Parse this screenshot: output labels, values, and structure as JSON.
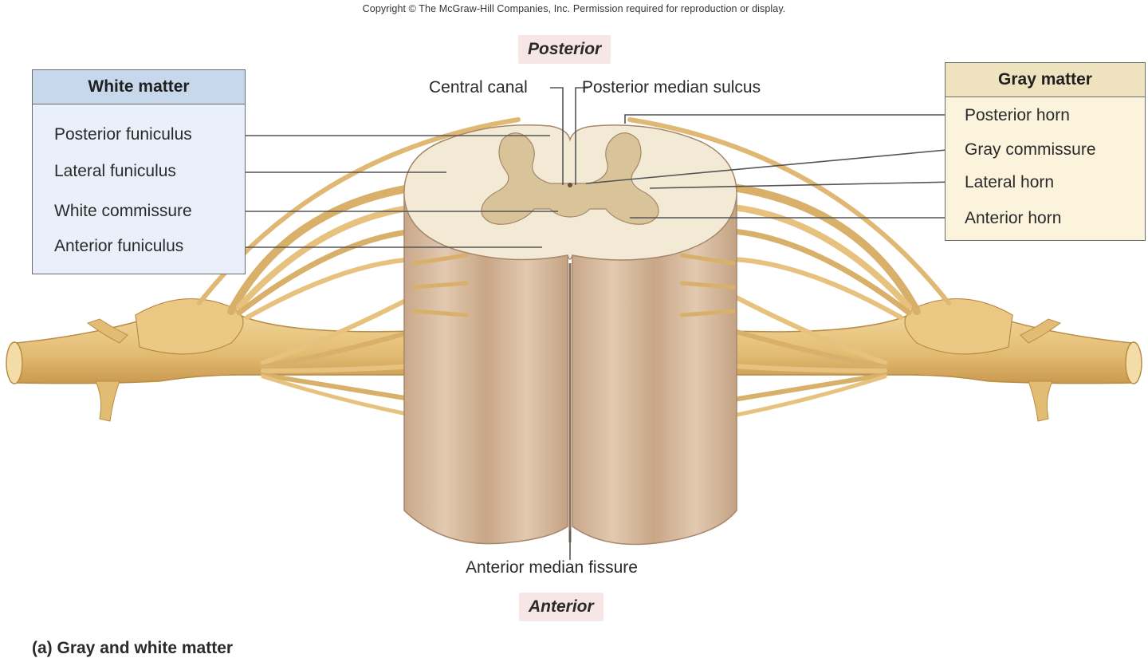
{
  "copyright": "Copyright © The McGraw-Hill Companies, Inc. Permission required for reproduction or display.",
  "orientation": {
    "top": "Posterior",
    "bottom": "Anterior"
  },
  "white_matter": {
    "title": "White matter",
    "items": [
      "Posterior funiculus",
      "Lateral funiculus",
      "White commissure",
      "Anterior funiculus"
    ]
  },
  "gray_matter": {
    "title": "Gray matter",
    "items": [
      "Posterior horn",
      "Gray commissure",
      "Lateral horn",
      "Anterior horn"
    ]
  },
  "top_labels": {
    "central_canal": "Central canal",
    "posterior_median_sulcus": "Posterior median sulcus"
  },
  "bottom_label": "Anterior median fissure",
  "caption": "(a) Gray and white matter",
  "colors": {
    "nerve": "#e7c27e",
    "nerve_dark": "#b98c44",
    "cord_side": "#d5b79a",
    "cord_top": "#f3ead6",
    "gray_matter": "#d9c49a",
    "white_box": "#e9f0f9",
    "gray_box": "#fbf3dc"
  }
}
